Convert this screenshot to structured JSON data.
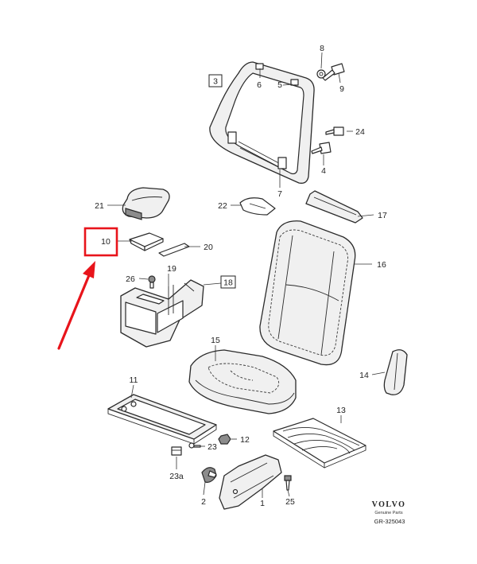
{
  "callouts": {
    "c1": "1",
    "c2": "2",
    "c3": "3",
    "c4": "4",
    "c5": "5",
    "c6": "6",
    "c7": "7",
    "c8": "8",
    "c9": "9",
    "c10": "10",
    "c11": "11",
    "c12": "12",
    "c13": "13",
    "c14": "14",
    "c15": "15",
    "c16": "16",
    "c17": "17",
    "c18": "18",
    "c19": "19",
    "c20": "20",
    "c21": "21",
    "c22": "22",
    "c23": "23",
    "c23a": "23a",
    "c24": "24",
    "c25": "25",
    "c26": "26"
  },
  "highlight": {
    "color": "#e8141b",
    "callout": "10"
  },
  "branding": {
    "brand": "VOLVO",
    "subtitle": "Genuine Parts",
    "reference": "GR-325043"
  }
}
